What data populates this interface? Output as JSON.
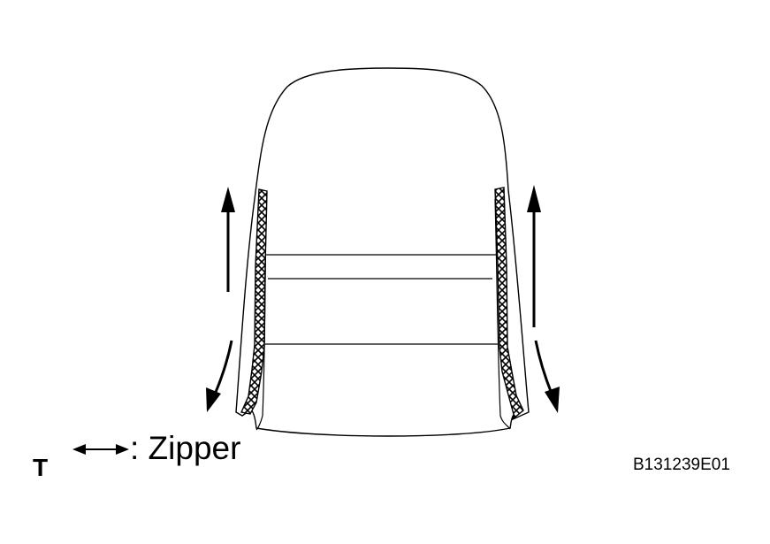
{
  "diagram": {
    "corner_letter": "T",
    "legend": {
      "symbol": "double-headed-arrow-icon",
      "label": ": Zipper"
    },
    "figure_id": "B131239E01"
  },
  "colors": {
    "line": "#000000",
    "background": "#ffffff"
  }
}
